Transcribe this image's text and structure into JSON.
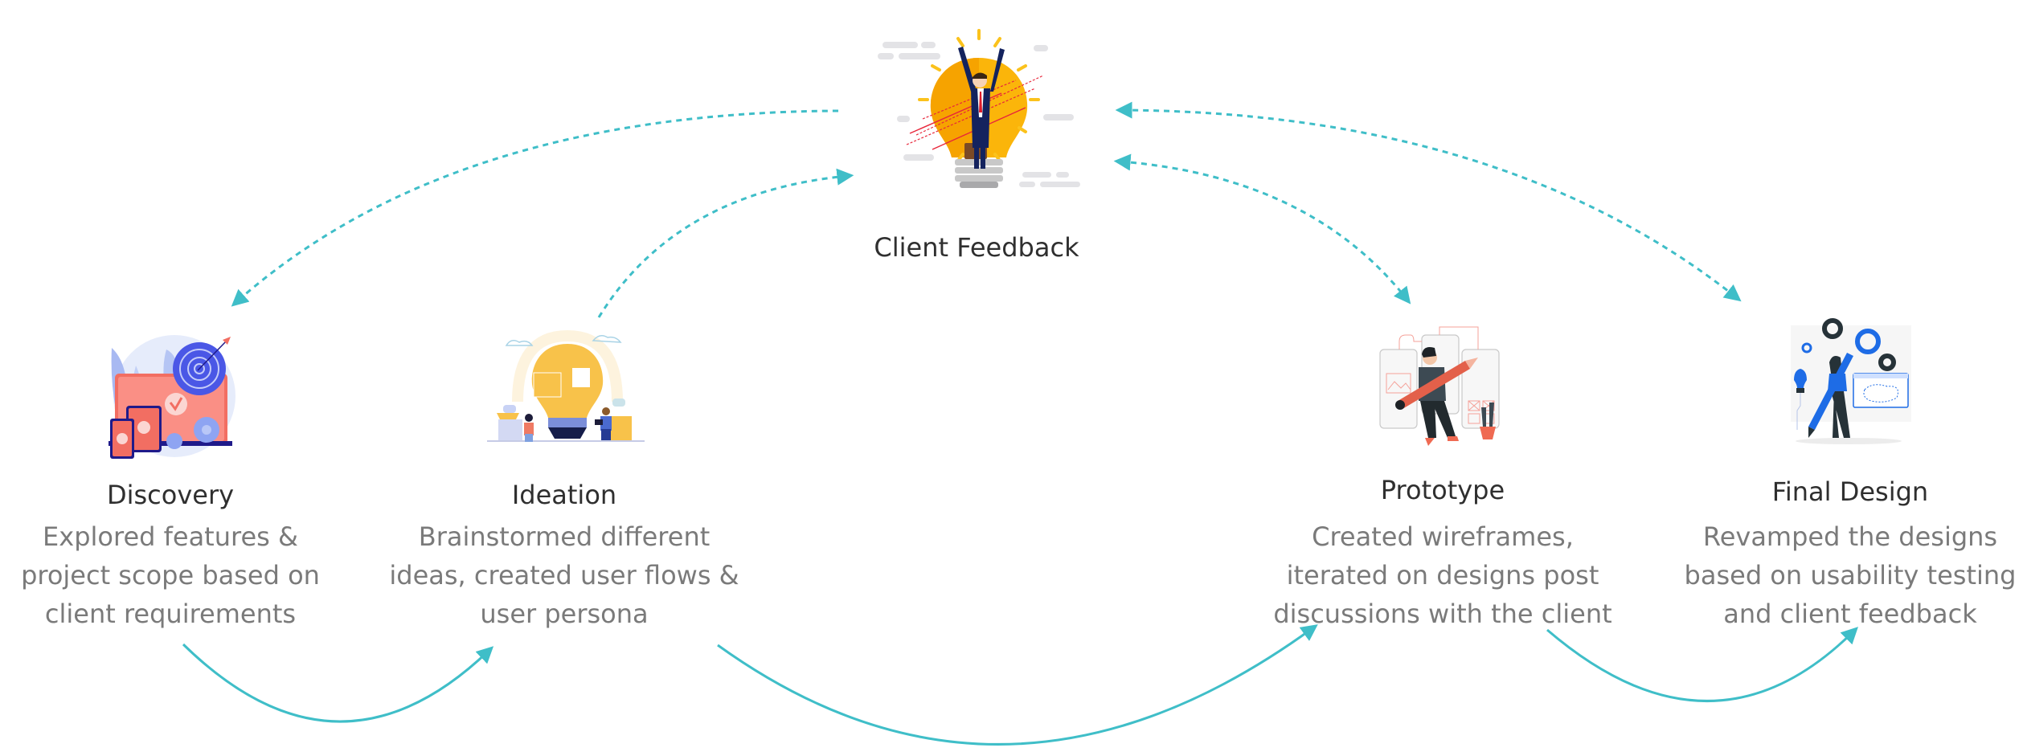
{
  "diagram": {
    "accent_color": "#3fbec8",
    "center": {
      "title": "Client Feedback",
      "illustration": "lightbulb-businessman-icon"
    },
    "steps": [
      {
        "title": "Discovery",
        "illustration": "target-devices-icon",
        "description": [
          "Explored features &",
          "project scope based on",
          "client requirements"
        ]
      },
      {
        "title": "Ideation",
        "illustration": "puzzle-lightbulb-icon",
        "description": [
          "Brainstormed different",
          "ideas, created user flows &",
          "user persona"
        ]
      },
      {
        "title": "Prototype",
        "illustration": "wireframe-pencil-icon",
        "description": [
          "Created wireframes,",
          "iterated on designs post",
          "discussions with the client"
        ]
      },
      {
        "title": "Final Design",
        "illustration": "designer-pen-tool-icon",
        "description": [
          "Revamped the designs",
          "based on usability testing",
          "and client feedback"
        ]
      }
    ],
    "connections": [
      {
        "from": "Discovery",
        "to": "Ideation",
        "style": "solid"
      },
      {
        "from": "Ideation",
        "to": "Prototype",
        "style": "solid"
      },
      {
        "from": "Prototype",
        "to": "Final Design",
        "style": "solid"
      },
      {
        "from": "Client Feedback",
        "to": "Discovery",
        "style": "dashed"
      },
      {
        "from": "Ideation",
        "to": "Client Feedback",
        "style": "dashed"
      },
      {
        "from": "Client Feedback",
        "to": "Prototype",
        "style": "dashed",
        "bidirectional": true
      },
      {
        "from": "Client Feedback",
        "to": "Final Design",
        "style": "dashed",
        "bidirectional": true
      }
    ]
  }
}
